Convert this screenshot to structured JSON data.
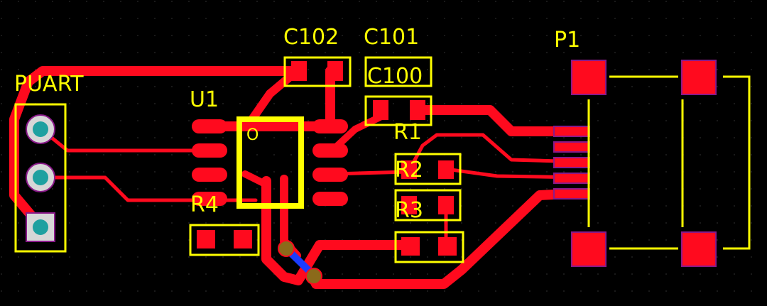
{
  "board": {
    "background": "#000000",
    "grid_color": "#2a2a2a",
    "trace_color": "#ff0a1e",
    "silkscreen_color": "#ffff00",
    "pad_outline_color": "#8a1a8a",
    "via_color": "#8b6a1a",
    "bottom_trace_color": "#1a3cff",
    "through_hole_color": "#1ea0a0"
  },
  "labels": {
    "puart": "PUART",
    "u1": "U1",
    "u1_pin1_marker": "O",
    "c102": "C102",
    "c101": "C101",
    "c100": "C100",
    "r1": "R1",
    "r2": "R2",
    "r3": "R3",
    "r4": "R4",
    "p1": "P1"
  }
}
